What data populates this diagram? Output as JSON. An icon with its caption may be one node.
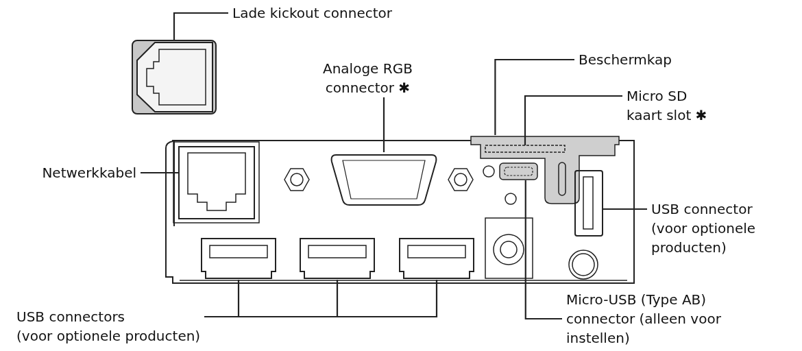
{
  "diagram": {
    "nodes": [
      {
        "text": [
          "Lade kickout connector"
        ]
      },
      {
        "text": [],
        "shape": "box"
      },
      {
        "text": [
          "Netwerkkabel"
        ]
      },
      {
        "text": [],
        "shape": "box"
      },
      {
        "text": [
          "Analoge RGB connector ✱"
        ]
      },
      {
        "text": [],
        "shape": "box"
      },
      {
        "text": [
          "Beschermkap"
        ]
      },
      {
        "text": [],
        "shape": "box"
      },
      {
        "text": [
          "Micro SD kaart slot ✱"
        ]
      },
      {
        "text": [],
        "shape": "box",
        "in": 7
      },
      {
        "text": [
          "USB connector (voor optionele producten)"
        ]
      },
      {
        "text": [],
        "shape": "box"
      },
      {
        "text": [
          "Micro-USB (Type AB) connector (alleen voor instellen)"
        ]
      },
      {
        "text": [],
        "shape": "box"
      },
      {
        "text": [
          "USB connectors (voor optionele producten)"
        ]
      },
      {
        "text": [],
        "shape": "box"
      },
      {
        "text": [],
        "shape": "box"
      },
      {
        "text": [],
        "shape": "box"
      }
    ],
    "edges": [
      {
        "from": 0,
        "to": 1,
        "arrow": "none"
      },
      {
        "from": 2,
        "to": 3,
        "arrow": "none"
      },
      {
        "from": 4,
        "to": 5,
        "arrow": "none"
      },
      {
        "from": 6,
        "to": 7,
        "arrow": "none"
      },
      {
        "from": 8,
        "to": 9,
        "arrow": "none"
      },
      {
        "from": 10,
        "to": 11,
        "arrow": "none"
      },
      {
        "from": 12,
        "to": 13,
        "arrow": "none"
      },
      {
        "from": 14,
        "to": 15,
        "arrow": "none"
      },
      {
        "from": 14,
        "to": 16,
        "arrow": "none"
      },
      {
        "from": 14,
        "to": 17,
        "arrow": "none"
      }
    ]
  }
}
